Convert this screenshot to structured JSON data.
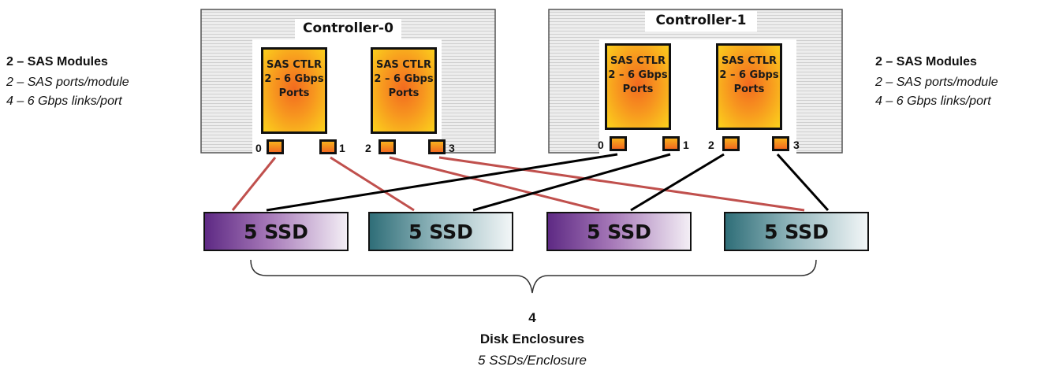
{
  "controllers": [
    {
      "title": "Controller-0",
      "modules": [
        {
          "line1": "SAS  CTLR",
          "line2": "2 – 6 Gbps",
          "line3": "Ports",
          "ports": [
            "0",
            "1"
          ]
        },
        {
          "line1": "SAS  CTLR",
          "line2": "2 – 6 Gbps",
          "line3": "Ports",
          "ports": [
            "2",
            "3"
          ]
        }
      ]
    },
    {
      "title": "Controller-1",
      "modules": [
        {
          "line1": "SAS  CTLR",
          "line2": "2 – 6 Gbps",
          "line3": "Ports",
          "ports": [
            "0",
            "1"
          ]
        },
        {
          "line1": "SAS  CTLR",
          "line2": "2 – 6 Gbps",
          "line3": "Ports",
          "ports": [
            "2",
            "3"
          ]
        }
      ]
    }
  ],
  "left_note": {
    "title": "2 – SAS Modules",
    "line1": "2 – SAS ports/module",
    "line2": "4 – 6 Gbps links/port"
  },
  "right_note": {
    "title": "2 – SAS Modules",
    "line1": "2 – SAS ports/module",
    "line2": "4 – 6 Gbps links/port"
  },
  "enclosures": [
    {
      "label": "5 SSD",
      "color": "purple"
    },
    {
      "label": "5 SSD",
      "color": "teal"
    },
    {
      "label": "5 SSD",
      "color": "purple"
    },
    {
      "label": "5 SSD",
      "color": "teal"
    }
  ],
  "summary": {
    "count": "4",
    "title": "Disk Enclosures",
    "subtitle": "5 SSDs/Enclosure"
  },
  "colors": {
    "controller0_link": "#c0504d",
    "controller1_link": "#000000",
    "purple_enclosure": "#5e2a84",
    "teal_enclosure": "#2f6e78",
    "sas_orange": "#f26a1f",
    "sas_yellow": "#fbd21c"
  }
}
